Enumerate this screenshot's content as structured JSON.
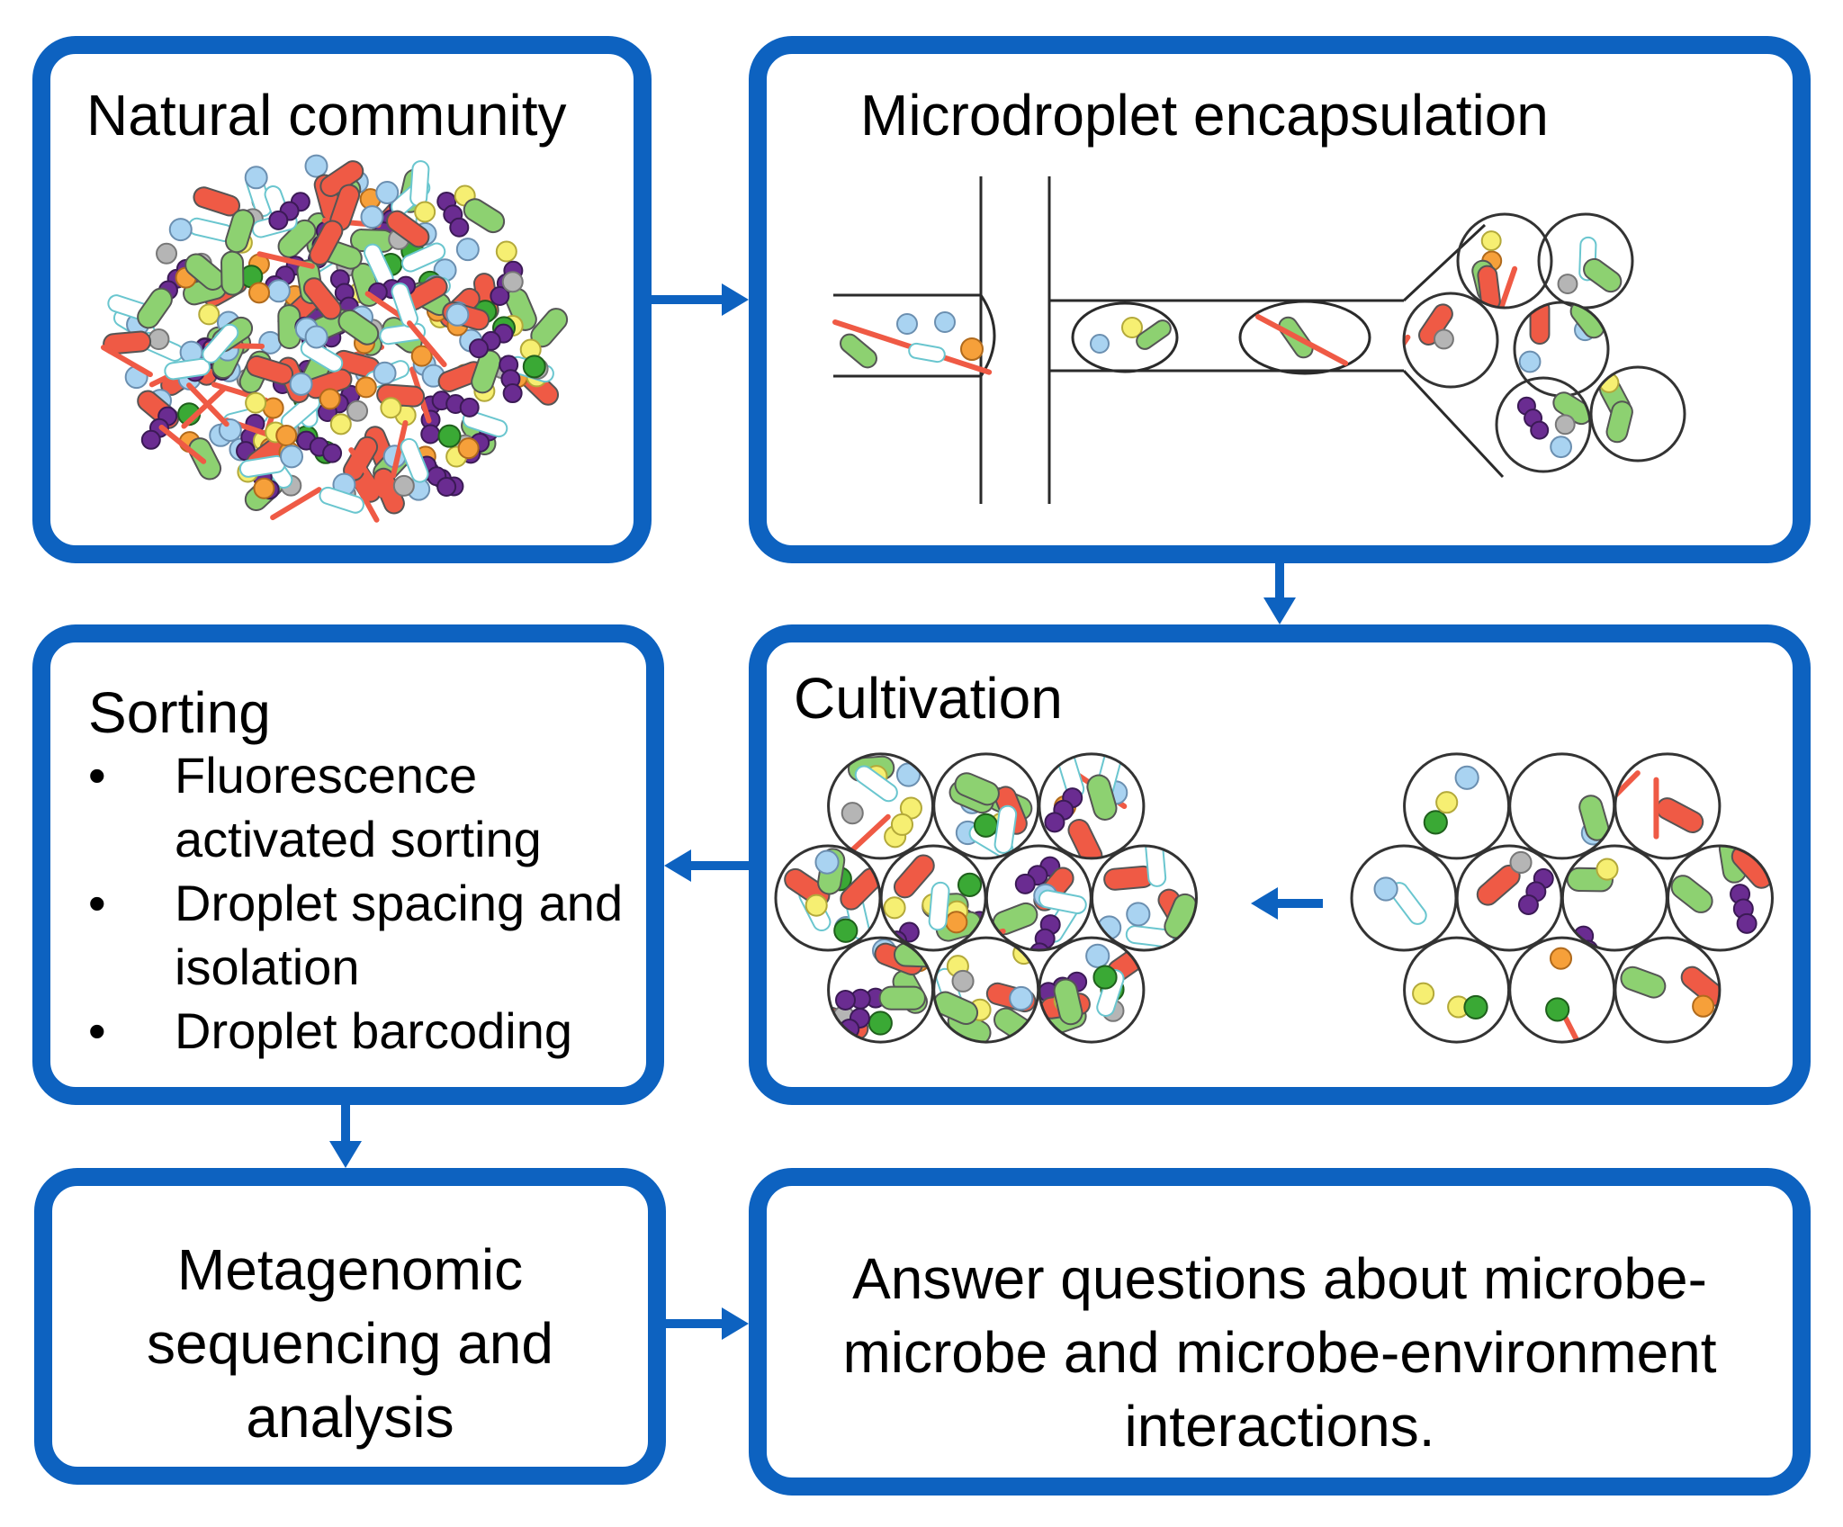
{
  "colors": {
    "frame": "#0d62c0",
    "red": "#ef5a45",
    "green": "#8dd171",
    "green_dark": "#3aa935",
    "purple": "#6a2c91",
    "light_blue": "#a9d3f1",
    "cyan_outline": "#6ac6cf",
    "yellow": "#f6ef72",
    "orange": "#f6a03a",
    "gray": "#b5b5b5",
    "line": "#2a2a2a"
  },
  "natural_community": {
    "title": "Natural community",
    "icon": "microbial-community-icon"
  },
  "microdroplet": {
    "title": "Microdroplet encapsulation",
    "icon": "microfluidic-chip-icon"
  },
  "cultivation": {
    "title": "Cultivation",
    "icon": "droplet-array-icon"
  },
  "sorting": {
    "title": "Sorting",
    "items": [
      "Fluorescence activated sorting",
      "Droplet spacing and isolation",
      "Droplet barcoding"
    ]
  },
  "metagenomic": {
    "text": "Metagenomic sequencing and analysis"
  },
  "answer": {
    "text": "Answer questions about microbe-microbe and microbe-environment interactions."
  }
}
